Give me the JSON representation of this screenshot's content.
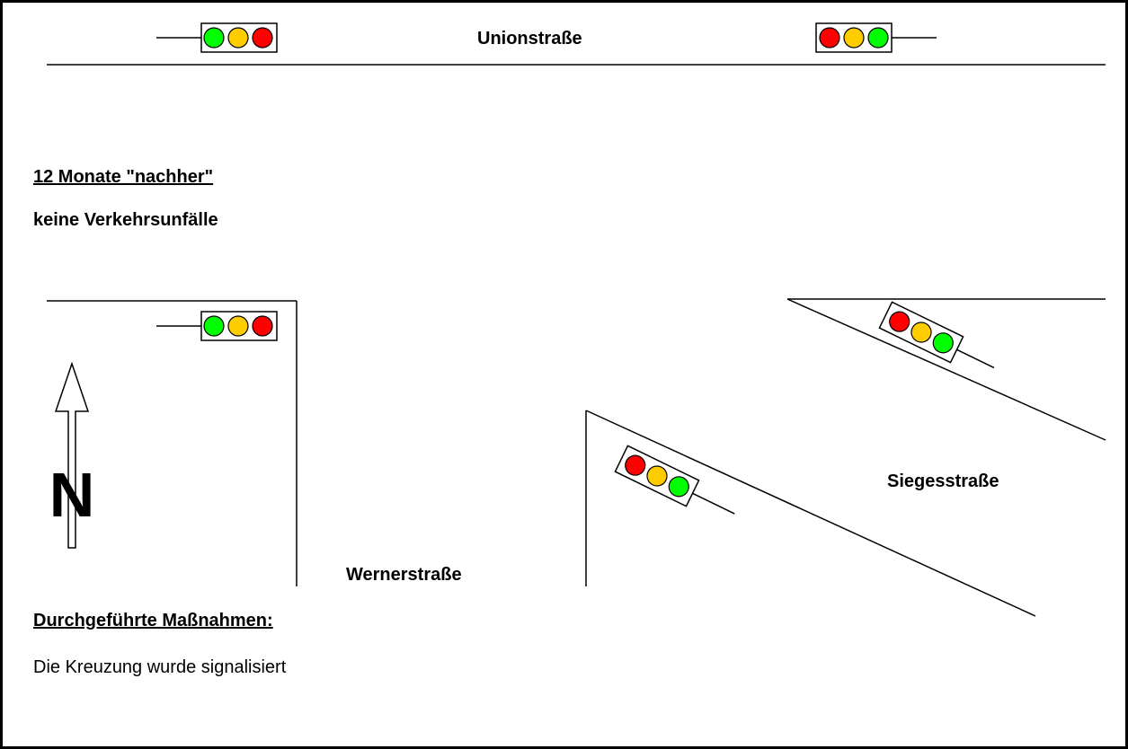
{
  "streets": {
    "north": "Unionstraße",
    "south_left": "Wernerstraße",
    "east": "Siegesstraße"
  },
  "period": {
    "heading": "12 Monate \"nachher\"",
    "result": "keine Verkehrsunfälle"
  },
  "measures": {
    "heading": "Durchgeführte Maßnahmen:",
    "text": "Die Kreuzung wurde signalisiert"
  },
  "compass": {
    "letter": "N",
    "icon": "north-arrow-icon"
  },
  "colors": {
    "red": "#ff0000",
    "yellow": "#ffcc00",
    "green": "#00ff00",
    "line": "#000000"
  },
  "traffic_lights": [
    {
      "name": "traffic-light-union-west",
      "order": [
        "green",
        "yellow",
        "red"
      ]
    },
    {
      "name": "traffic-light-union-east",
      "order": [
        "red",
        "yellow",
        "green"
      ]
    },
    {
      "name": "traffic-light-werner",
      "order": [
        "green",
        "yellow",
        "red"
      ]
    },
    {
      "name": "traffic-light-siegess-upper",
      "order": [
        "red",
        "yellow",
        "green"
      ]
    },
    {
      "name": "traffic-light-siegess-lower",
      "order": [
        "red",
        "yellow",
        "green"
      ]
    }
  ]
}
